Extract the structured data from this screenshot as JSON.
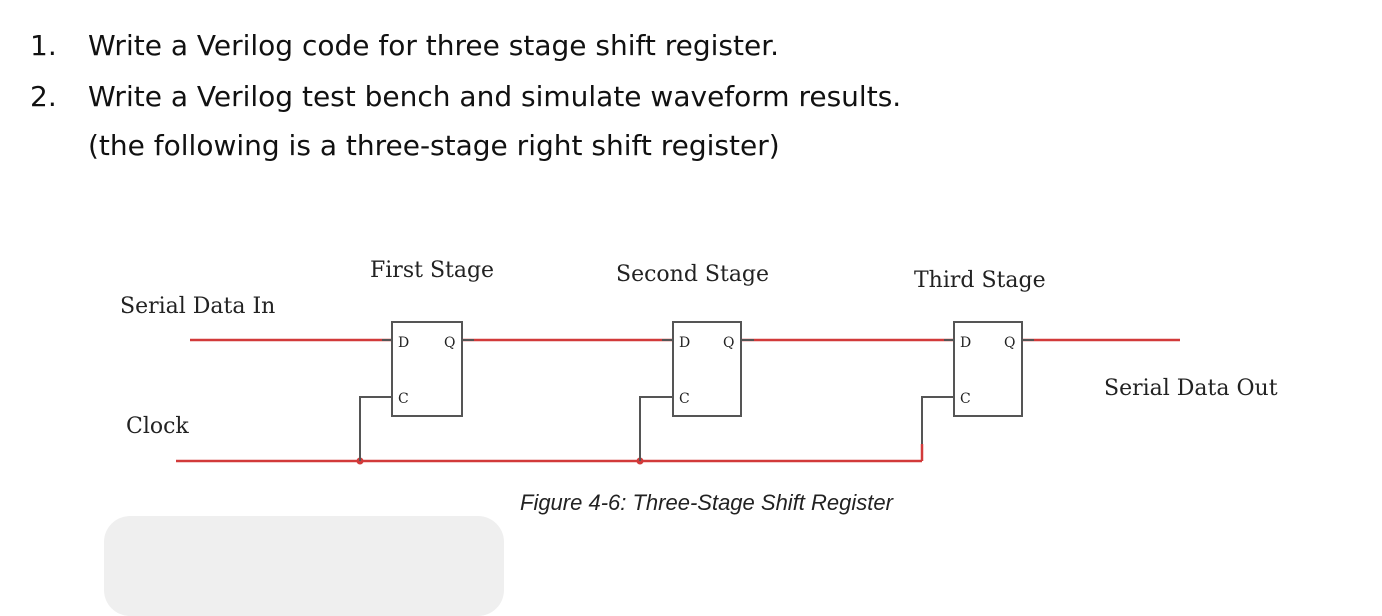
{
  "questions": [
    {
      "number": "1.",
      "text": "Write a Verilog code for three stage shift register."
    },
    {
      "number": "2.",
      "text": "Write a Verilog test bench and simulate waveform results."
    }
  ],
  "note": "(the following is a three-stage right shift register)",
  "diagram": {
    "input_label": "Serial Data In",
    "clock_label": "Clock",
    "output_label": "Serial Data Out",
    "stages": [
      {
        "title": "First Stage",
        "pin_d": "D",
        "pin_q": "Q",
        "pin_c": "C"
      },
      {
        "title": "Second Stage",
        "pin_d": "D",
        "pin_q": "Q",
        "pin_c": "C"
      },
      {
        "title": "Third Stage",
        "pin_d": "D",
        "pin_q": "Q",
        "pin_c": "C"
      }
    ],
    "caption": "Figure 4-6: Three-Stage Shift Register",
    "wire_color": "#d23a3a",
    "box_color": "#555555"
  }
}
